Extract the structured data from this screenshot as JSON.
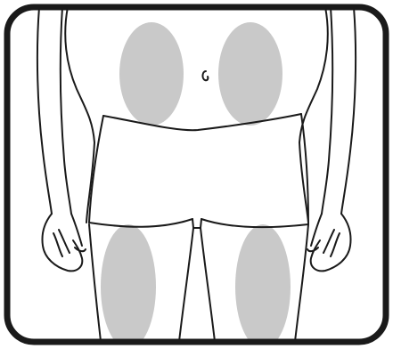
{
  "figure": {
    "subject": "injection sites",
    "sites": [
      {
        "id": "abdomen-right",
        "label": ""
      },
      {
        "id": "abdomen-left",
        "label": ""
      },
      {
        "id": "thigh-right",
        "label": ""
      },
      {
        "id": "thigh-left",
        "label": ""
      }
    ],
    "colors": {
      "frame": "#1a1a1a",
      "outline": "#1a1a1a",
      "site_fill": "#c9c9c9",
      "background": "#ffffff"
    }
  }
}
